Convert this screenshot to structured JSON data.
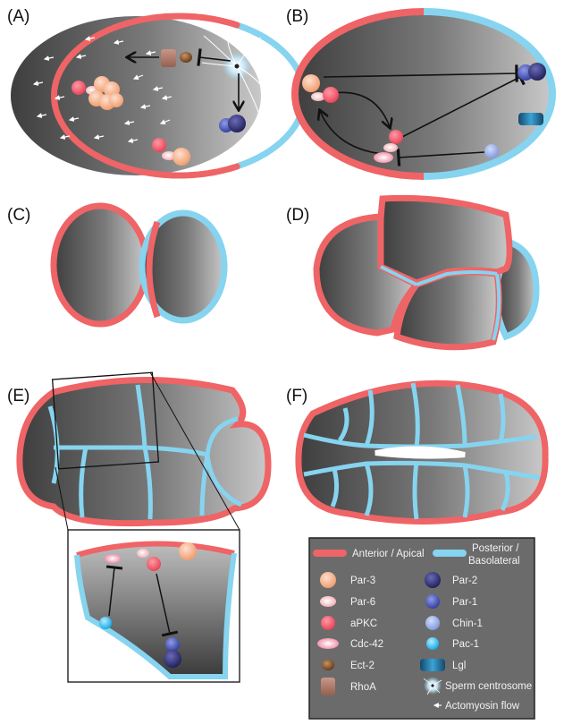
{
  "panels": {
    "a": "(A)",
    "b": "(B)",
    "c": "(C)",
    "d": "(D)",
    "e": "(E)",
    "f": "(F)"
  },
  "legend": {
    "anterior_apical": "Anterior / Apical",
    "posterior_line1": "Posterior /",
    "posterior_line2": "Basolateral",
    "par3": "Par-3",
    "par6": "Par-6",
    "apkc": "aPKC",
    "cdc42": "Cdc-42",
    "ect2": "Ect-2",
    "rhoa": "RhoA",
    "par2": "Par-2",
    "par1": "Par-1",
    "chin1": "Chin-1",
    "pac1": "Pac-1",
    "lgl": "Lgl",
    "sperm_centrosome": "Sperm centrosome",
    "actomyosin_flow": "Actomyosin flow"
  },
  "colors": {
    "anterior": "#ef6466",
    "posterior": "#86d4ef",
    "par3": "#f4a27a",
    "par6": "#f6c2c6",
    "apkc": "#ea4a5c",
    "cdc42": "#f28ea8",
    "ect2": "#7b4a2a",
    "rhoa": "#b07a6b",
    "par2": "#2b2b6e",
    "par1": "#3d4bb0",
    "chin1": "#8ea8e6",
    "pac1": "#1fb8ee",
    "lgl": "#1e5f8a",
    "legend_bg": "#6e6e6e"
  }
}
